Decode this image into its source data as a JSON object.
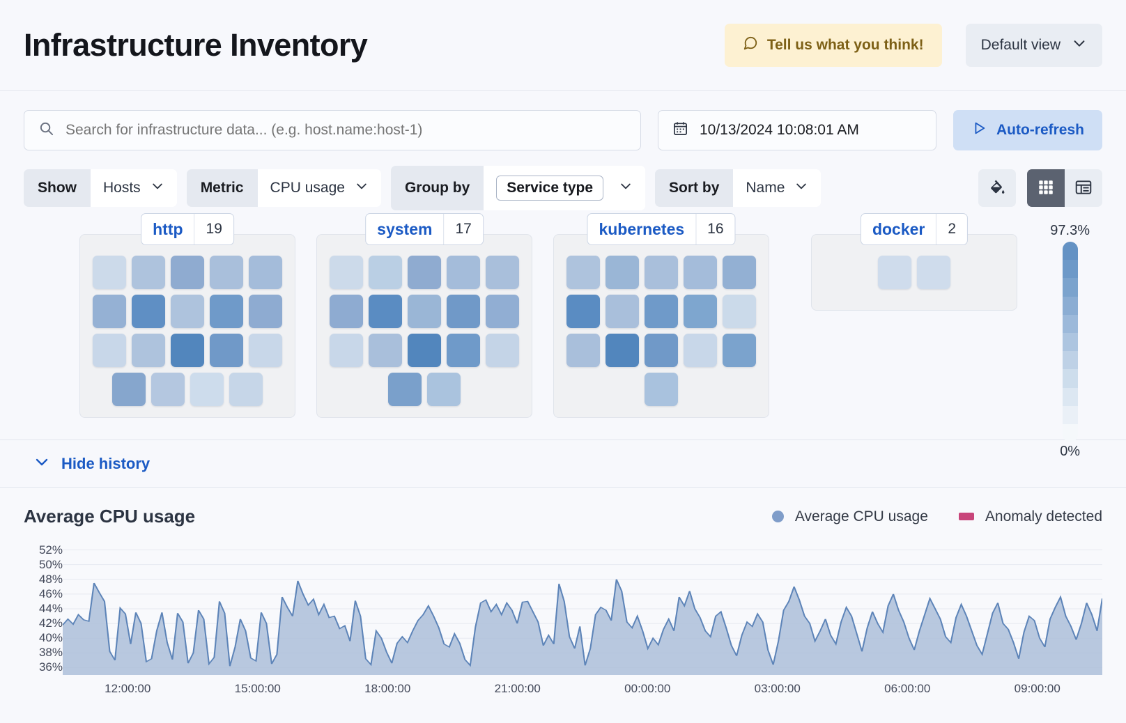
{
  "header": {
    "title": "Infrastructure Inventory",
    "feedback_label": "Tell us what you think!",
    "feedback_icon": "comment-icon",
    "view_label": "Default view",
    "view_icon": "chevron-down-icon"
  },
  "search": {
    "placeholder": "Search for infrastructure data... (e.g. host.name:host-1)",
    "value": "",
    "icon": "search-icon"
  },
  "datepicker": {
    "value": "10/13/2024 10:08:01 AM",
    "icon": "calendar-icon"
  },
  "refresh": {
    "label": "Auto-refresh",
    "icon": "play-icon"
  },
  "filters": [
    {
      "label": "Show",
      "value": "Hosts",
      "boxed": false,
      "icon": "chevron-down-icon"
    },
    {
      "label": "Metric",
      "value": "CPU usage",
      "boxed": false,
      "icon": "chevron-down-icon"
    },
    {
      "label": "Group by",
      "value": "Service type",
      "boxed": true,
      "icon": "chevron-down-icon"
    },
    {
      "label": "Sort by",
      "value": "Name",
      "boxed": false,
      "icon": "chevron-down-icon"
    }
  ],
  "view_controls": {
    "palette_icon": "color-fill-icon",
    "grid_icon": "grid-view-icon",
    "table_icon": "table-view-icon",
    "active_view": "grid"
  },
  "legend_scale": {
    "max_label": "97.3%",
    "min_label": "0%",
    "colors": [
      "#6492c4",
      "#6d99c8",
      "#7ba3cd",
      "#8badd3",
      "#9cb9da",
      "#adc5e0",
      "#bed1e6",
      "#cdddec",
      "#dce7f2",
      "#eaf0f7",
      "#f5f8fb"
    ]
  },
  "groups": [
    {
      "name": "http",
      "count": "19",
      "rows": [
        [
          "#ccdaea",
          "#aec3dd",
          "#8fabd0",
          "#a9bfdb",
          "#a4bcda"
        ],
        [
          "#95b1d4",
          "#5f8fc4",
          "#aec3dd",
          "#6f9ac9",
          "#8eabd1"
        ],
        [
          "#c8d7e9",
          "#aec3dd",
          "#5286bd",
          "#7099c8",
          "#c8d7e9"
        ],
        [
          "#86a6cd",
          "#b4c7e0",
          "#cddcec",
          "#c6d6e8"
        ]
      ]
    },
    {
      "name": "system",
      "count": "17",
      "rows": [
        [
          "#ccdaea",
          "#bacfe4",
          "#8fabd0",
          "#a4bcda",
          "#a9bfdb"
        ],
        [
          "#8eabd1",
          "#5a8cc2",
          "#9ab6d6",
          "#7099c8",
          "#91aed3"
        ],
        [
          "#c8d7e9",
          "#a9bfdb",
          "#5286bd",
          "#6f9ac9",
          "#c4d4e7"
        ],
        [
          "#7aa0cb",
          "#aac3de"
        ]
      ]
    },
    {
      "name": "kubernetes",
      "count": "16",
      "rows": [
        [
          "#aec3dd",
          "#9ab6d6",
          "#a9bfdb",
          "#a4bcda",
          "#93b0d3"
        ],
        [
          "#5a8cc2",
          "#a9bfdb",
          "#6f9ac9",
          "#7ea6cf",
          "#cbdaea"
        ],
        [
          "#a9bfdb",
          "#5286bd",
          "#7099c8",
          "#c8d7e9",
          "#7ba3cd"
        ],
        [
          "#a9c2de"
        ]
      ]
    },
    {
      "name": "docker",
      "count": "2",
      "rows": [
        [
          "#cfdcec",
          "#cfdcec"
        ]
      ]
    }
  ],
  "history": {
    "toggle_label": "Hide history",
    "toggle_icon": "chevron-down-icon"
  },
  "chart_data": {
    "type": "area",
    "title": "Average CPU usage",
    "xlabel": "",
    "ylabel": "",
    "grid": true,
    "legend_position": "top-right",
    "legend": [
      {
        "name": "Average CPU usage",
        "color": "#7f9dc9",
        "marker": "circle"
      },
      {
        "name": "Anomaly detected",
        "color": "#c8457a",
        "marker": "square"
      }
    ],
    "ylim": [
      35,
      53
    ],
    "yticks": [
      "52%",
      "50%",
      "48%",
      "46%",
      "44%",
      "42%",
      "40%",
      "38%",
      "36%"
    ],
    "ytick_values": [
      52,
      50,
      48,
      46,
      44,
      42,
      40,
      38,
      36
    ],
    "xticks": [
      "12:00:00",
      "15:00:00",
      "18:00:00",
      "21:00:00",
      "00:00:00",
      "03:00:00",
      "06:00:00",
      "09:00:00"
    ],
    "series": [
      {
        "name": "Average CPU usage",
        "color": "#7f9dc9",
        "fill": "#adc0d9",
        "values": [
          41.8,
          42.6,
          41.9,
          43.2,
          42.5,
          42.3,
          47.5,
          46.2,
          45.0,
          38.2,
          37.0,
          44.1,
          43.3,
          39.2,
          43.5,
          42.0,
          36.8,
          37.2,
          41.0,
          43.5,
          39.4,
          37.1,
          43.4,
          42.2,
          36.6,
          38.0,
          43.8,
          42.6,
          36.5,
          37.4,
          45.0,
          43.4,
          36.2,
          38.8,
          42.6,
          41.0,
          37.3,
          36.9,
          43.5,
          42.0,
          36.5,
          37.8,
          45.6,
          44.2,
          43.0,
          47.8,
          46.0,
          44.5,
          45.3,
          43.2,
          44.6,
          42.8,
          43.0,
          41.3,
          41.7,
          39.6,
          45.1,
          43.0,
          37.2,
          36.4,
          41.0,
          40.0,
          38.1,
          36.6,
          39.3,
          40.2,
          39.4,
          41.0,
          42.4,
          43.2,
          44.4,
          43.0,
          41.4,
          39.2,
          38.8,
          40.6,
          39.3,
          37.1,
          36.3,
          41.5,
          44.8,
          45.2,
          43.6,
          44.6,
          43.2,
          44.8,
          43.8,
          42.0,
          44.9,
          45.0,
          43.6,
          42.2,
          39.0,
          40.4,
          39.2,
          47.4,
          45.0,
          40.2,
          38.6,
          41.6,
          36.3,
          38.6,
          43.2,
          44.2,
          43.8,
          42.4,
          48.0,
          46.4,
          42.2,
          41.4,
          43.0,
          41.0,
          38.6,
          40.0,
          39.1,
          41.2,
          42.6,
          41.0,
          45.6,
          44.4,
          46.4,
          44.0,
          42.8,
          41.0,
          40.2,
          43.0,
          43.6,
          41.4,
          39.0,
          37.6,
          40.4,
          42.2,
          41.6,
          43.3,
          42.2,
          38.4,
          36.4,
          39.6,
          43.8,
          45.0,
          47.0,
          45.2,
          43.0,
          42.0,
          39.6,
          41.0,
          42.6,
          40.4,
          39.2,
          42.2,
          44.2,
          43.0,
          40.6,
          38.2,
          41.4,
          43.6,
          42.0,
          40.8,
          44.4,
          46.0,
          43.8,
          42.2,
          40.0,
          38.4,
          41.0,
          43.2,
          45.4,
          44.0,
          42.6,
          40.2,
          39.4,
          42.8,
          44.6,
          43.0,
          41.0,
          39.0,
          37.8,
          40.6,
          43.4,
          44.8,
          42.0,
          41.2,
          39.4,
          37.2,
          40.8,
          43.0,
          42.4,
          40.0,
          38.8,
          42.6,
          44.2,
          45.6,
          43.0,
          41.6,
          39.8,
          42.0,
          44.8,
          43.2,
          41.0,
          45.4
        ]
      }
    ],
    "anomalies": []
  }
}
